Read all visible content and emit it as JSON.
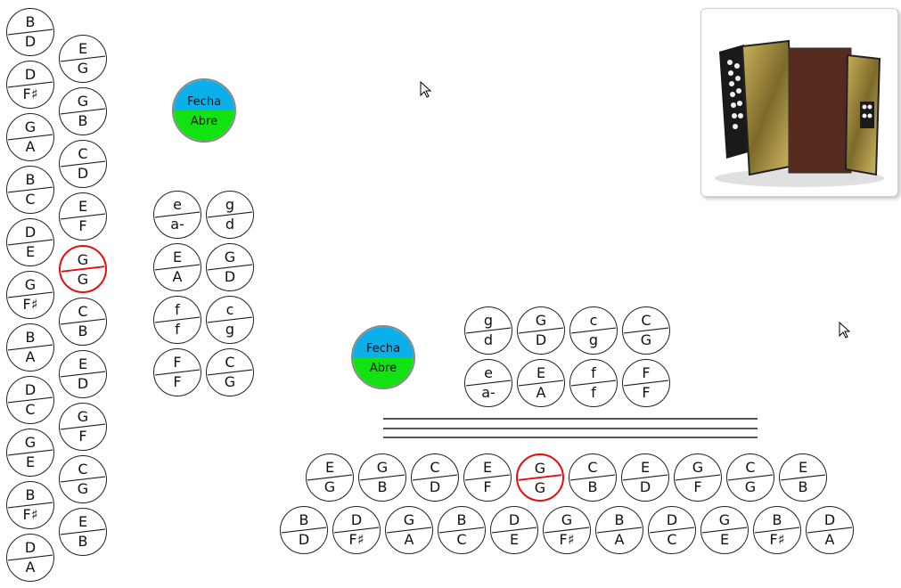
{
  "left_column": [
    {
      "top": "B",
      "bottom": "D"
    },
    {
      "top": "D",
      "bottom": "F♯"
    },
    {
      "top": "G",
      "bottom": "A"
    },
    {
      "top": "B",
      "bottom": "C"
    },
    {
      "top": "D",
      "bottom": "E"
    },
    {
      "top": "G",
      "bottom": "F♯"
    },
    {
      "top": "B",
      "bottom": "A"
    },
    {
      "top": "D",
      "bottom": "C"
    },
    {
      "top": "G",
      "bottom": "E"
    },
    {
      "top": "B",
      "bottom": "F♯"
    },
    {
      "top": "D",
      "bottom": "A"
    }
  ],
  "right_column": [
    {
      "top": "E",
      "bottom": "G"
    },
    {
      "top": "G",
      "bottom": "B"
    },
    {
      "top": "C",
      "bottom": "D"
    },
    {
      "top": "E",
      "bottom": "F"
    },
    {
      "top": "G",
      "bottom": "G",
      "active": true
    },
    {
      "top": "C",
      "bottom": "B"
    },
    {
      "top": "E",
      "bottom": "D"
    },
    {
      "top": "G",
      "bottom": "F"
    },
    {
      "top": "C",
      "bottom": "G"
    },
    {
      "top": "E",
      "bottom": "B"
    }
  ],
  "bass_vertical": [
    [
      {
        "top": "e",
        "bottom": "a-"
      },
      {
        "top": "g",
        "bottom": "d"
      }
    ],
    [
      {
        "top": "E",
        "bottom": "A"
      },
      {
        "top": "G",
        "bottom": "D"
      }
    ],
    [
      {
        "top": "f",
        "bottom": "f"
      },
      {
        "top": "c",
        "bottom": "g"
      }
    ],
    [
      {
        "top": "F",
        "bottom": "F"
      },
      {
        "top": "C",
        "bottom": "G"
      }
    ]
  ],
  "bass_horizontal": [
    [
      {
        "top": "g",
        "bottom": "d"
      },
      {
        "top": "G",
        "bottom": "D"
      },
      {
        "top": "c",
        "bottom": "g"
      },
      {
        "top": "C",
        "bottom": "G"
      }
    ],
    [
      {
        "top": "e",
        "bottom": "a-"
      },
      {
        "top": "E",
        "bottom": "A"
      },
      {
        "top": "f",
        "bottom": "f"
      },
      {
        "top": "F",
        "bottom": "F"
      }
    ]
  ],
  "treble_row_top": [
    {
      "top": "E",
      "bottom": "G"
    },
    {
      "top": "G",
      "bottom": "B"
    },
    {
      "top": "C",
      "bottom": "D"
    },
    {
      "top": "E",
      "bottom": "F"
    },
    {
      "top": "G",
      "bottom": "G",
      "active": true
    },
    {
      "top": "C",
      "bottom": "B"
    },
    {
      "top": "E",
      "bottom": "D"
    },
    {
      "top": "G",
      "bottom": "F"
    },
    {
      "top": "C",
      "bottom": "G"
    },
    {
      "top": "E",
      "bottom": "B"
    }
  ],
  "treble_row_bottom": [
    {
      "top": "B",
      "bottom": "D"
    },
    {
      "top": "D",
      "bottom": "F♯"
    },
    {
      "top": "G",
      "bottom": "A"
    },
    {
      "top": "B",
      "bottom": "C"
    },
    {
      "top": "D",
      "bottom": "E"
    },
    {
      "top": "G",
      "bottom": "F♯"
    },
    {
      "top": "B",
      "bottom": "A"
    },
    {
      "top": "D",
      "bottom": "C"
    },
    {
      "top": "G",
      "bottom": "E"
    },
    {
      "top": "B",
      "bottom": "F♯"
    },
    {
      "top": "D",
      "bottom": "A"
    }
  ],
  "bellows": {
    "close_label": "Fecha",
    "open_label": "Abre"
  },
  "colors": {
    "close": "#0bb0ea",
    "open": "#12e212",
    "active_border": "#e01010"
  },
  "icons": {
    "accordion": "accordion-image",
    "cursor": "mouse-pointer-icon"
  }
}
